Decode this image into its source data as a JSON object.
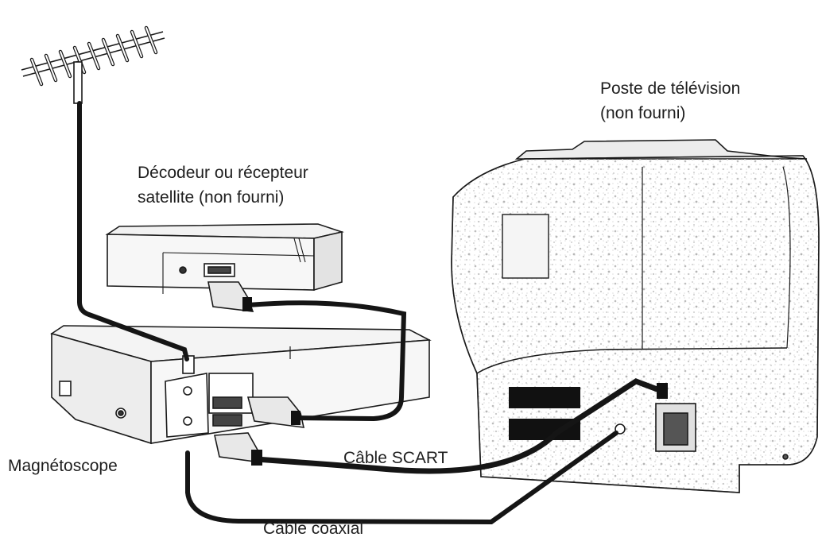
{
  "labels": {
    "tv": {
      "line1": "Poste de télévision",
      "line2": "(non fourni)"
    },
    "decoder": {
      "line1": "Décodeur ou récepteur",
      "line2": "satellite (non fourni)"
    },
    "vcr": "Magnétoscope",
    "scart_cable": "Câble SCART",
    "coax_cable": "Câble coaxial"
  },
  "colors": {
    "line": "#1a1a1a",
    "cable": "#151515",
    "speckle": "#b9b9b9",
    "panel": "#111111"
  }
}
